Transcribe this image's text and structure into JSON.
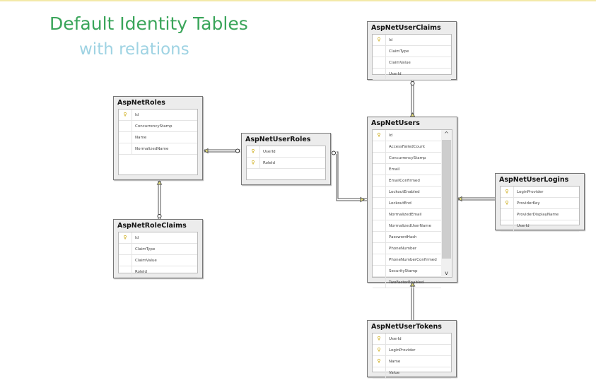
{
  "title": "Default Identity Tables",
  "subtitle": "with relations",
  "tables": [
    {
      "id": "AspNetUserClaims",
      "name": "AspNetUserClaims",
      "cols": [
        {
          "n": "Id",
          "key": true
        },
        {
          "n": "ClaimType"
        },
        {
          "n": "ClaimValue"
        },
        {
          "n": "UserId"
        }
      ]
    },
    {
      "id": "AspNetRoles",
      "name": "AspNetRoles",
      "cols": [
        {
          "n": "Id",
          "key": true
        },
        {
          "n": "ConcurrencyStamp"
        },
        {
          "n": "Name"
        },
        {
          "n": "NormalizedName"
        }
      ]
    },
    {
      "id": "AspNetUserRoles",
      "name": "AspNetUserRoles",
      "cols": [
        {
          "n": "UserId",
          "key": true
        },
        {
          "n": "RoleId",
          "key": true
        }
      ]
    },
    {
      "id": "AspNetUsers",
      "name": "AspNetUsers",
      "scroll": true,
      "cols": [
        {
          "n": "Id",
          "key": true
        },
        {
          "n": "AccessFailedCount"
        },
        {
          "n": "ConcurrencyStamp"
        },
        {
          "n": "Email"
        },
        {
          "n": "EmailConfirmed"
        },
        {
          "n": "LockoutEnabled"
        },
        {
          "n": "LockoutEnd"
        },
        {
          "n": "NormalizedEmail"
        },
        {
          "n": "NormalizedUserName"
        },
        {
          "n": "PasswordHash"
        },
        {
          "n": "PhoneNumber"
        },
        {
          "n": "PhoneNumberConfirmed"
        },
        {
          "n": "SecurityStamp"
        },
        {
          "n": "TwoFactorEnabled"
        }
      ]
    },
    {
      "id": "AspNetUserLogins",
      "name": "AspNetUserLogins",
      "cols": [
        {
          "n": "LoginProvider",
          "key": true
        },
        {
          "n": "ProviderKey",
          "key": true
        },
        {
          "n": "ProviderDisplayName"
        },
        {
          "n": "UserId"
        }
      ]
    },
    {
      "id": "AspNetRoleClaims",
      "name": "AspNetRoleClaims",
      "cols": [
        {
          "n": "Id",
          "key": true
        },
        {
          "n": "ClaimType"
        },
        {
          "n": "ClaimValue"
        },
        {
          "n": "RoleId"
        }
      ]
    },
    {
      "id": "AspNetUserTokens",
      "name": "AspNetUserTokens",
      "cols": [
        {
          "n": "UserId",
          "key": true
        },
        {
          "n": "LoginProvider",
          "key": true
        },
        {
          "n": "Name",
          "key": true
        },
        {
          "n": "Value"
        }
      ]
    }
  ],
  "relations": [
    {
      "from": "AspNetRoles",
      "to": "AspNetUserRoles"
    },
    {
      "from": "AspNetUsers",
      "to": "AspNetUserRoles"
    },
    {
      "from": "AspNetRoles",
      "to": "AspNetRoleClaims"
    },
    {
      "from": "AspNetUsers",
      "to": "AspNetUserClaims"
    },
    {
      "from": "AspNetUsers",
      "to": "AspNetUserLogins"
    },
    {
      "from": "AspNetUsers",
      "to": "AspNetUserTokens"
    }
  ],
  "colors": {
    "title": "#3aa55a",
    "subtitle": "#9fd3e3",
    "key": "#c9a400"
  }
}
